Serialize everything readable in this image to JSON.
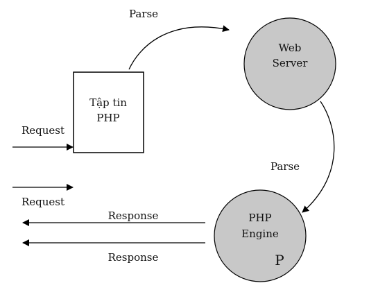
{
  "nodes": {
    "file": {
      "line1": "Tập tin",
      "line2": "PHP"
    },
    "web_server": {
      "line1": "Web",
      "line2": "Server"
    },
    "php_engine": {
      "line1": "PHP",
      "line2": "Engine",
      "mark": "P"
    }
  },
  "edges": {
    "parse_top": "Parse",
    "parse_right": "Parse",
    "request_top": "Request",
    "request_bottom": "Request",
    "response_top": "Response",
    "response_bottom": "Response"
  },
  "colors": {
    "node_fill": "#c8c8c8",
    "stroke": "#000000",
    "box_fill": "#ffffff"
  }
}
